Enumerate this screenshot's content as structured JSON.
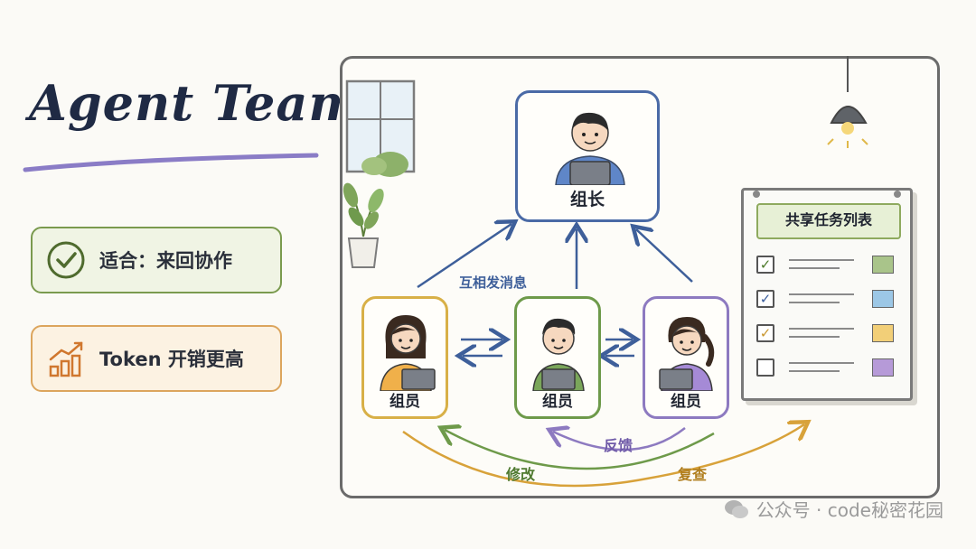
{
  "title": "Agent Teams",
  "tags": {
    "suitable": "适合：来回协作",
    "cost": "Token 开销更高"
  },
  "diagram": {
    "leader_label": "组长",
    "member_label": "组员",
    "message_label": "互相发消息",
    "feedback_label": "反馈",
    "modify_label": "修改",
    "review_label": "复查"
  },
  "board": {
    "title": "共享任务列表",
    "items": [
      {
        "checked": true,
        "mark": "✓",
        "mark_color": "#4d7a2a",
        "swatch": "#a9c48a"
      },
      {
        "checked": true,
        "mark": "✓",
        "mark_color": "#3b5f9e",
        "swatch": "#9cc7e6"
      },
      {
        "checked": true,
        "mark": "✓",
        "mark_color": "#c8962e",
        "swatch": "#f2cf78"
      },
      {
        "checked": false,
        "mark": "",
        "mark_color": "#555555",
        "swatch": "#b69ad8"
      }
    ]
  },
  "watermark": "公众号 · code秘密花园",
  "colors": {
    "leader": "#4a6aa6",
    "member_yellow": "#d8b047",
    "member_green": "#6e9a4a",
    "member_purple": "#8d7ac0",
    "arrow_blue": "#3e5f9a"
  }
}
